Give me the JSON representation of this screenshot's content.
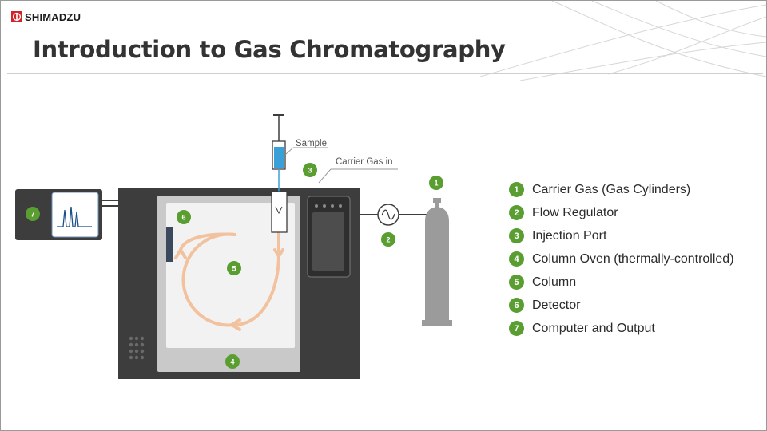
{
  "brand": {
    "name": "SHIMADZU"
  },
  "slide": {
    "title": "Introduction to Gas Chromatography"
  },
  "diagram": {
    "sample_label": "Sample",
    "carrier_gas_label": "Carrier Gas in",
    "markers": {
      "m1": "1",
      "m2": "2",
      "m3": "3",
      "m4": "4",
      "m5": "5",
      "m6": "6",
      "m7": "7"
    }
  },
  "legend": [
    {
      "number": "1",
      "label": "Carrier Gas (Gas Cylinders)"
    },
    {
      "number": "2",
      "label": "Flow Regulator"
    },
    {
      "number": "3",
      "label": "Injection Port"
    },
    {
      "number": "4",
      "label": "Column Oven (thermally-controlled)"
    },
    {
      "number": "5",
      "label": "Column"
    },
    {
      "number": "6",
      "label": "Detector"
    },
    {
      "number": "7",
      "label": "Computer and Output"
    }
  ],
  "colors": {
    "marker_green": "#5a9e32",
    "column_peach": "#f2c29f",
    "instrument_dark": "#3d3d3d",
    "oven_grey": "#c9c9c9",
    "cylinder_grey": "#9b9b9b",
    "sample_blue": "#3aa0d8"
  },
  "icons": [
    "shimadzu-logo-icon",
    "chromatogram-icon",
    "flow-regulator-icon",
    "syringe-icon",
    "gas-cylinder-icon"
  ]
}
